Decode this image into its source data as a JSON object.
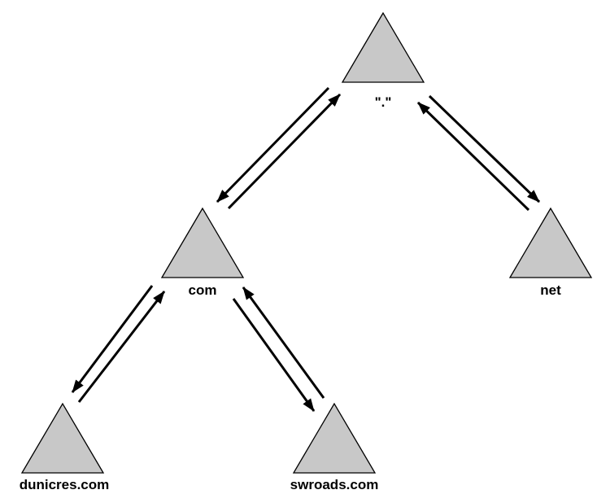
{
  "colors": {
    "node_fill": "#c8c8c8",
    "outline": "#000000",
    "background": "#ffffff"
  },
  "nodes": {
    "root": {
      "label": "\".\""
    },
    "com": {
      "label": "com"
    },
    "net": {
      "label": "net"
    },
    "dunicres": {
      "label": "dunicres.com"
    },
    "swroads": {
      "label": "swroads.com"
    }
  }
}
